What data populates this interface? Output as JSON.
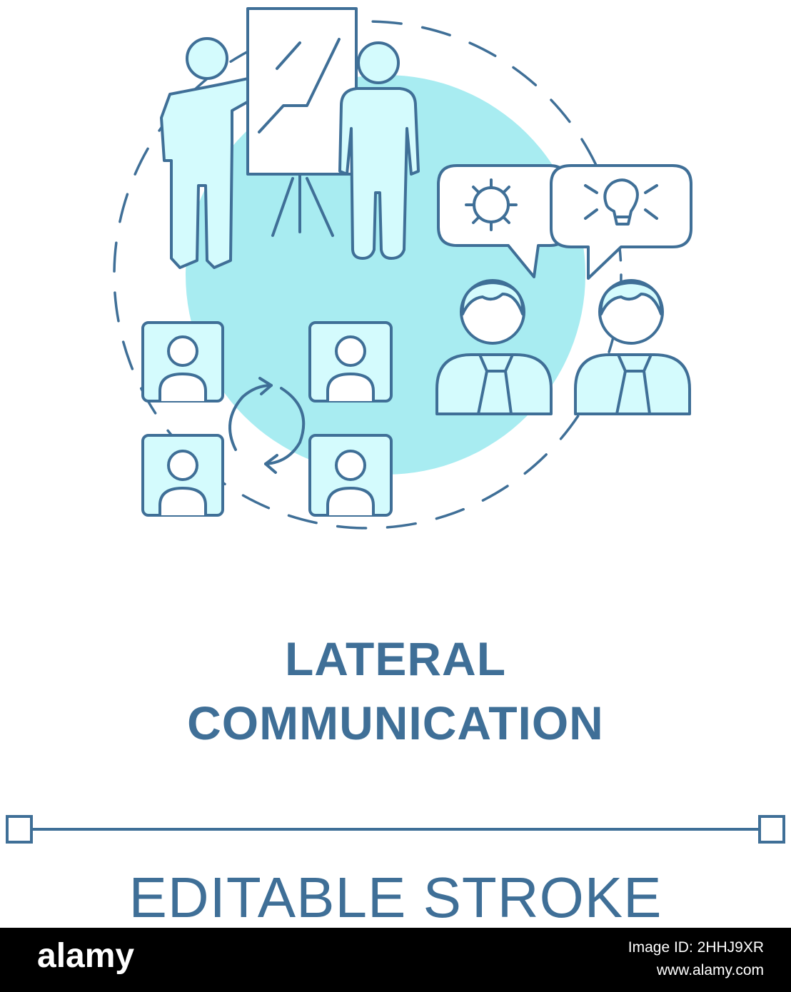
{
  "title": {
    "line1": "LATERAL",
    "line2": "COMMUNICATION"
  },
  "caption": "EDITABLE STROKE",
  "footer": {
    "brand": "alamy",
    "image_id": "Image ID: 2HHJ9XR",
    "site": "www.alamy.com"
  },
  "colors": {
    "stroke": "#3f6f97",
    "accent_fill": "#a8ecf1",
    "light_fill": "#d4fbfd",
    "footer_bg": "#000000"
  },
  "icons": [
    "presenter-icon",
    "flip-chart-icon",
    "listener-icon",
    "gear-icon",
    "lightbulb-icon",
    "speech-bubble-icon",
    "businessman-icon",
    "profile-card-icon",
    "refresh-cycle-icon"
  ]
}
